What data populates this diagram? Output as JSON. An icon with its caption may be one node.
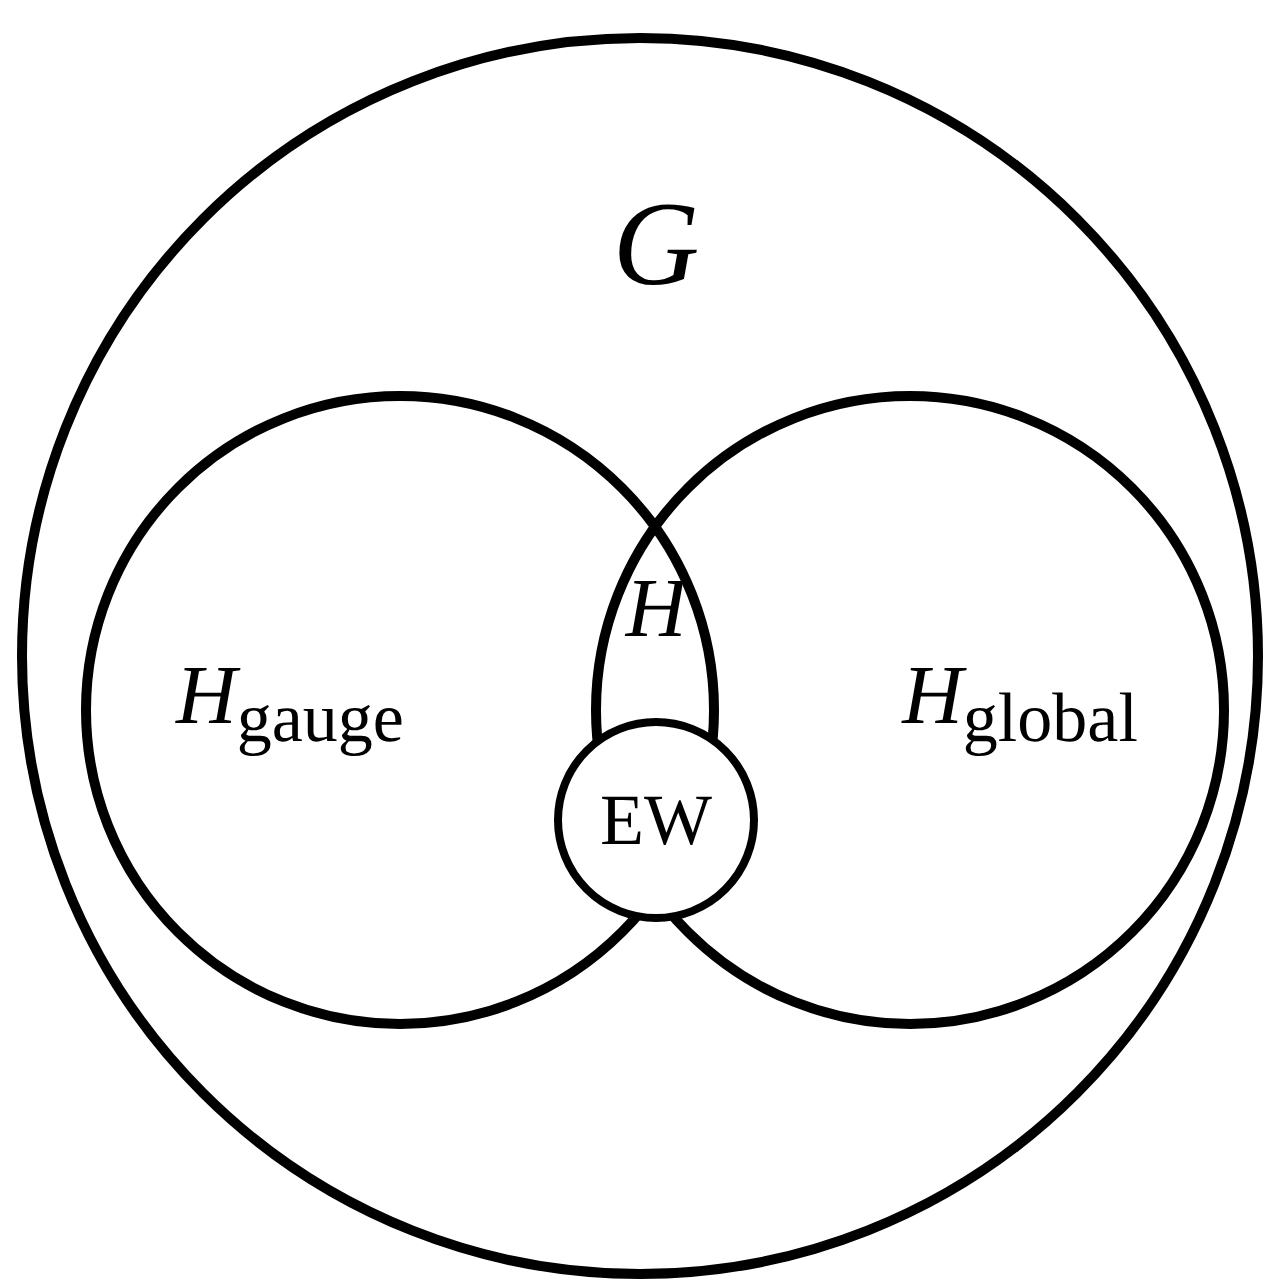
{
  "diagram": {
    "nodes": [
      {
        "text": [
          "G"
        ]
      },
      {
        "text": [
          "*H*$_{gauge}$"
        ],
        "in": 0
      },
      {
        "text": [
          "*H*$_{global}$"
        ],
        "in": 0
      },
      {
        "text": [
          "EW"
        ],
        "in": 0
      }
    ],
    "edges": [],
    "labels": [
      "H"
    ]
  }
}
